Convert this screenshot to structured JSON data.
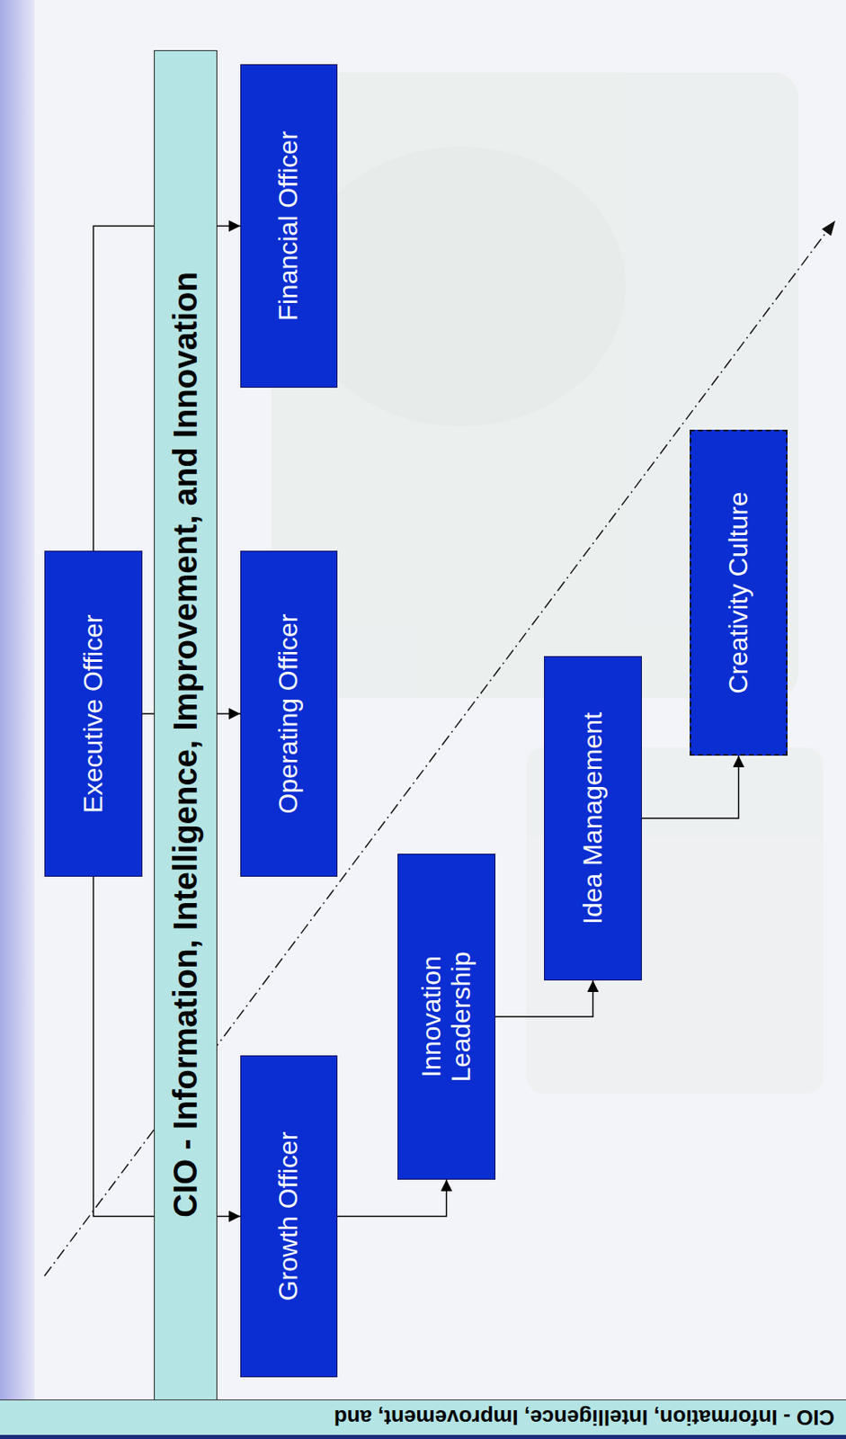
{
  "diagram": {
    "nodes": [
      {
        "text": [
          "Executive Officer"
        ]
      },
      {
        "text": [
          "CIO - Information, Intelligence, Improvement, and Innovation"
        ]
      },
      {
        "text": [
          "Growth Officer"
        ]
      },
      {
        "text": [
          "Operating Officer"
        ]
      },
      {
        "text": [
          "Financial Officer"
        ]
      },
      {
        "text": [
          "Innovation Leadership"
        ]
      },
      {
        "text": [
          "Idea Management"
        ]
      },
      {
        "text": [
          "Creativity Culture"
        ]
      }
    ],
    "edges": [
      {
        "from": 0,
        "to": 2,
        "arrow": "to"
      },
      {
        "from": 0,
        "to": 3,
        "arrow": "to"
      },
      {
        "from": 0,
        "to": 4,
        "arrow": "to"
      },
      {
        "from": 2,
        "to": 5,
        "arrow": "to"
      },
      {
        "from": 5,
        "to": 6,
        "arrow": "to"
      },
      {
        "from": 6,
        "to": 7,
        "arrow": "to"
      }
    ],
    "labels": [
      "CIO - Information, Intelligence, Improvement, and"
    ]
  }
}
